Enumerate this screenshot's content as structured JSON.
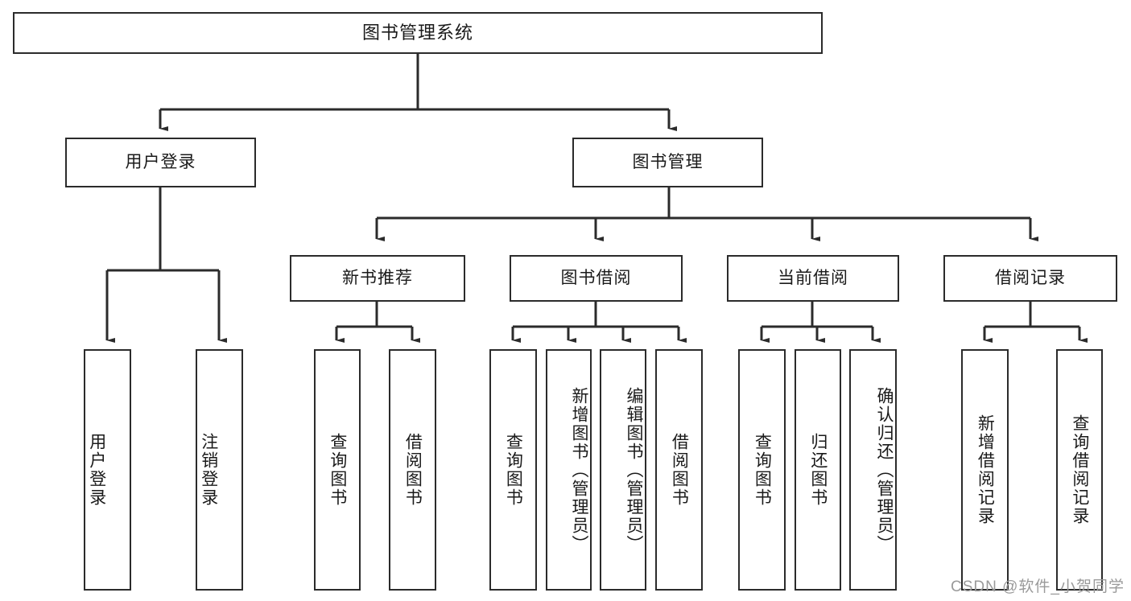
{
  "diagram": {
    "type": "tree",
    "title": "图书管理系统",
    "root": {
      "label": "图书管理系统"
    },
    "level1": [
      {
        "label": "用户登录"
      },
      {
        "label": "图书管理"
      }
    ],
    "level2": [
      {
        "label": "新书推荐"
      },
      {
        "label": "图书借阅"
      },
      {
        "label": "当前借阅"
      },
      {
        "label": "借阅记录"
      }
    ],
    "leaves": {
      "user_login": [
        {
          "label": "用户登录"
        },
        {
          "label": "注销登录"
        }
      ],
      "new_book_recommend": [
        {
          "label": "查询图书"
        },
        {
          "label": "借阅图书"
        }
      ],
      "book_borrow": [
        {
          "label": "查询图书"
        },
        {
          "label": "新增图书（管理员）"
        },
        {
          "label": "编辑图书（管理员）"
        },
        {
          "label": "借阅图书"
        }
      ],
      "current_borrow": [
        {
          "label": "查询图书"
        },
        {
          "label": "归还图书"
        },
        {
          "label": "确认归还（管理员）"
        }
      ],
      "borrow_record": [
        {
          "label": "新增借阅记录"
        },
        {
          "label": "查询借阅记录"
        }
      ]
    }
  },
  "watermark": {
    "text": "CSDN @软件_小贺同学"
  },
  "colors": {
    "stroke": "#2b2b2b",
    "fill": "#ffffff",
    "text": "#1a1a1a",
    "watermark": "#9a9a9a"
  }
}
